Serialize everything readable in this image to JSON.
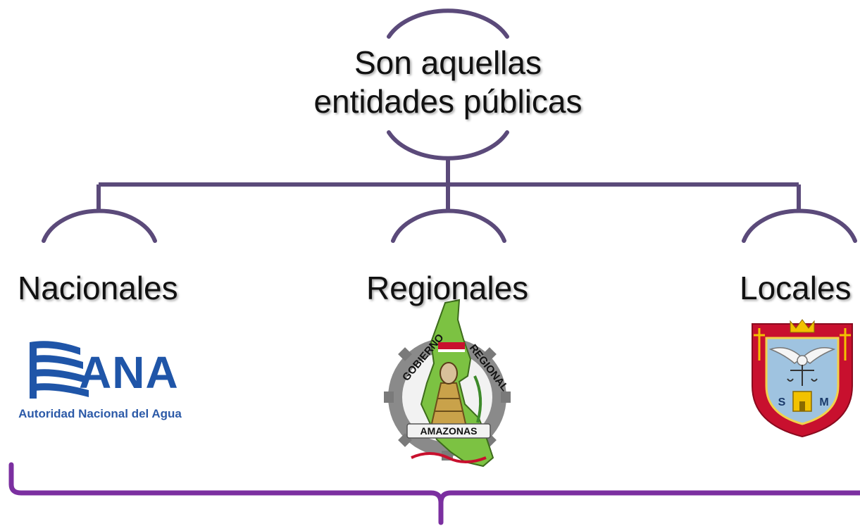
{
  "root": {
    "line1": "Son aquellas",
    "line2": "entidades públicas"
  },
  "branches": [
    {
      "label": "Nacionales",
      "logo": {
        "abbr": "ANA",
        "name": "Autoridad Nacional del Agua"
      }
    },
    {
      "label": "Regionales",
      "logo": {
        "arc_text": "GOBIERNO REGIONAL",
        "banner": "AMAZONAS"
      }
    },
    {
      "label": "Locales",
      "logo": {
        "letters": [
          "S",
          "M"
        ]
      }
    }
  ],
  "colors": {
    "connector": "#5b4a7a",
    "bracket": "#7b2fa0",
    "ana_blue": "#1f55a8",
    "gore_green": "#7cc242",
    "crest_red": "#c8102e"
  }
}
